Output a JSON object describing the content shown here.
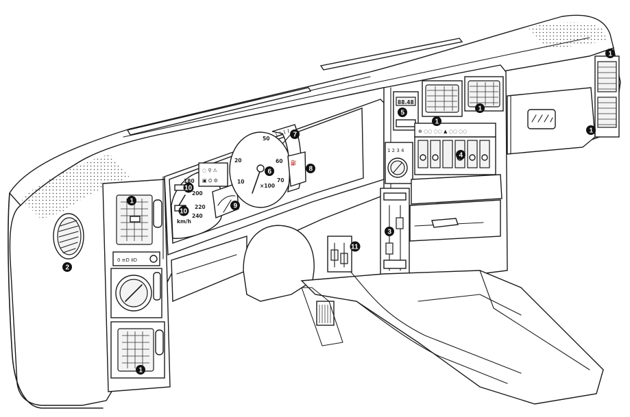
{
  "callouts": [
    {
      "id": "c1a",
      "label": "1"
    },
    {
      "id": "c1b",
      "label": "1"
    },
    {
      "id": "c1c",
      "label": "1"
    },
    {
      "id": "c1d",
      "label": "1"
    },
    {
      "id": "c1e",
      "label": "1"
    },
    {
      "id": "c1f",
      "label": "1"
    },
    {
      "id": "c2",
      "label": "2"
    },
    {
      "id": "c3",
      "label": "3"
    },
    {
      "id": "c4",
      "label": "4"
    },
    {
      "id": "c5",
      "label": "5"
    },
    {
      "id": "c6",
      "label": "6"
    },
    {
      "id": "c7",
      "label": "7"
    },
    {
      "id": "c8",
      "label": "8"
    },
    {
      "id": "c9",
      "label": "9"
    },
    {
      "id": "c10a",
      "label": "10"
    },
    {
      "id": "c10b",
      "label": "10"
    },
    {
      "id": "c11",
      "label": "11"
    }
  ],
  "speedometer": {
    "ticks": [
      "180",
      "200",
      "220",
      "240"
    ],
    "unit": "km/h"
  },
  "tachometer": {
    "ticks": [
      "10",
      "20",
      "50",
      "60",
      "70"
    ],
    "unit": "×100"
  },
  "radio_display": "88.48",
  "climate_switch_labels": "1 2 3 4",
  "icons": [
    "headlight-icon",
    "fog-light-icon",
    "fuel-gauge-icon",
    "temperature-icon",
    "hazard-triangle-icon",
    "seat-heater-icon",
    "rear-defrost-icon"
  ],
  "brand_badge": "brand-logo"
}
